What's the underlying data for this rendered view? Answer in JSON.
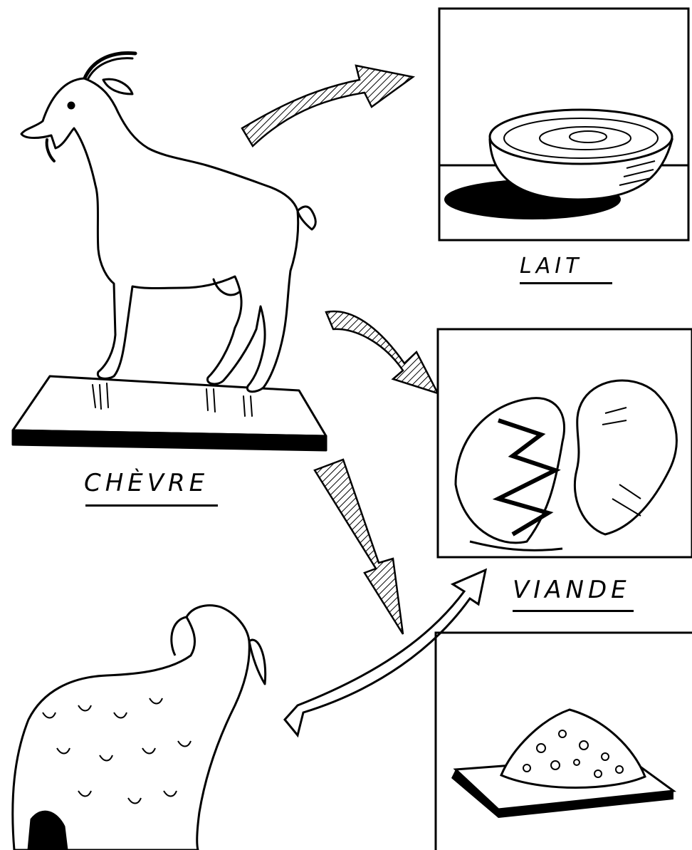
{
  "labels": {
    "chevre": "CHÈVRE",
    "lait": "LAIT",
    "viande": "VIANDE"
  },
  "colors": {
    "ink": "#000000",
    "paper": "#ffffff"
  }
}
